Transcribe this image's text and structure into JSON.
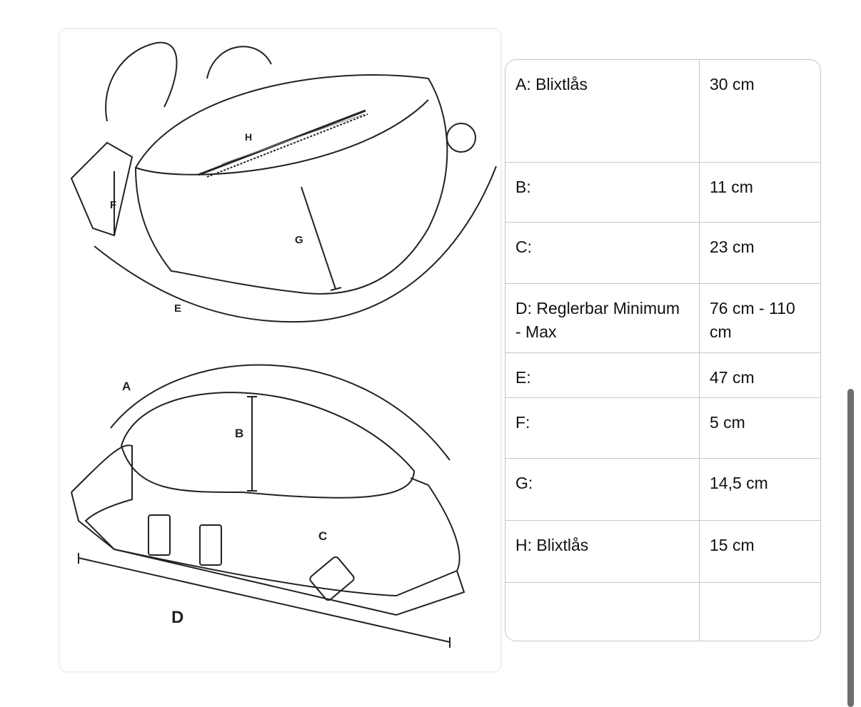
{
  "illustration": {
    "labels": {
      "A": "A",
      "B": "B",
      "C": "C",
      "D": "D",
      "E": "E",
      "F": "F",
      "G": "G",
      "H": "H"
    }
  },
  "table": {
    "rows": [
      {
        "label": "A: Blixtlås",
        "value": "30 cm"
      },
      {
        "label": "B:",
        "value": "11 cm"
      },
      {
        "label": "C:",
        "value": "23 cm"
      },
      {
        "label": "D: Reglerbar Minimum - Max",
        "value": "76 cm - 110 cm"
      },
      {
        "label": "E:",
        "value": "47 cm"
      },
      {
        "label": "F:",
        "value": "5 cm"
      },
      {
        "label": "G:",
        "value": "14,5 cm"
      },
      {
        "label": "H: Blixtlås",
        "value": "15 cm"
      },
      {
        "label": "",
        "value": ""
      }
    ]
  }
}
